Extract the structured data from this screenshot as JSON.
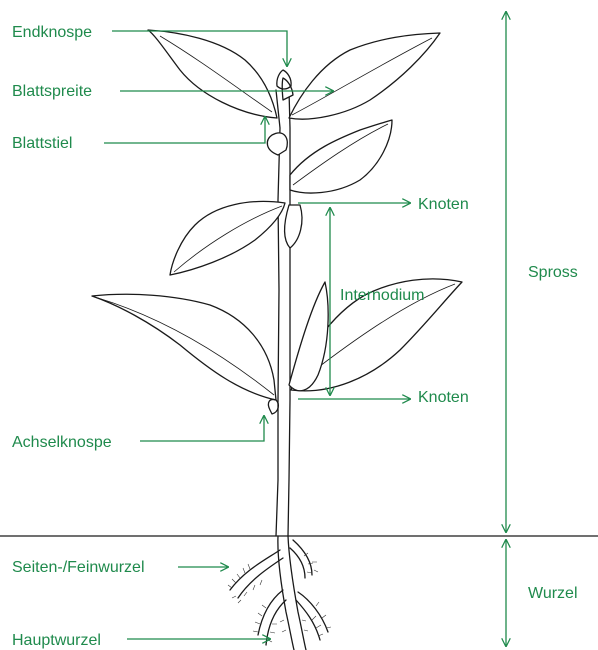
{
  "labels": {
    "endknospe": "Endknospe",
    "blattspreite": "Blattspreite",
    "blattstiel": "Blattstiel",
    "knoten_top": "Knoten",
    "internodium": "Internodium",
    "knoten_bottom": "Knoten",
    "achselknospe": "Achselknospe",
    "seitenwurzel": "Seiten-/Feinwurzel",
    "hauptwurzel": "Hauptwurzel",
    "spross": "Spross",
    "wurzel": "Wurzel"
  },
  "colors": {
    "label": "#1f8a4c",
    "drawing": "#1a1a1a",
    "ground": "#1a1a1a"
  }
}
